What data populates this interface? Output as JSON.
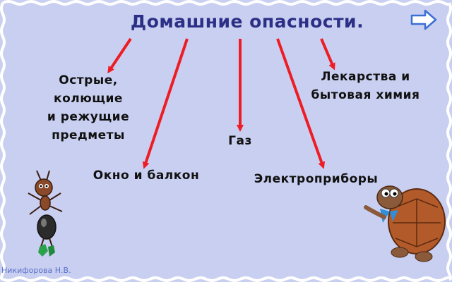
{
  "slide": {
    "title": "Домашние опасности.",
    "categories": [
      {
        "id": "sharp",
        "lines": [
          "Острые,",
          "колющие",
          "и режущие",
          "предметы"
        ]
      },
      {
        "id": "window",
        "lines": [
          "Окно и балкон"
        ]
      },
      {
        "id": "gas",
        "lines": [
          "Газ"
        ]
      },
      {
        "id": "electric",
        "lines": [
          "Электроприборы"
        ]
      },
      {
        "id": "medicine",
        "lines": [
          "Лекарства и",
          "бытовая химия"
        ]
      }
    ],
    "credit": "Никифорова Н.В."
  },
  "navigation": {
    "next_icon": "right-arrow-icon"
  },
  "colors": {
    "background": "#c9cff0",
    "title": "#2c2f86",
    "arrow": "#ee1c24",
    "credit": "#5a72c8"
  }
}
